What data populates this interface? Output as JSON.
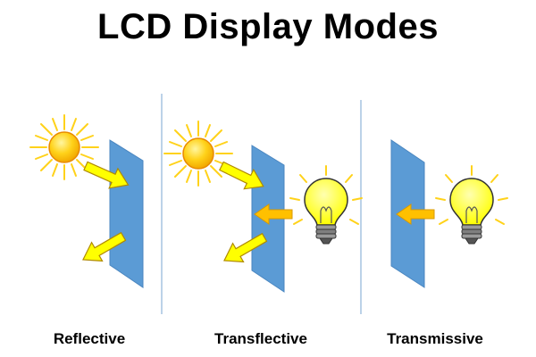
{
  "title": "LCD Display Modes",
  "colors": {
    "panel": "#5b9bd5",
    "panel_edge": "#4a86c0",
    "arrow_yellow": "#ffff00",
    "arrow_orange": "#ffc000",
    "arrow_stroke": "#b08a00",
    "divider": "#a6c4e0",
    "sun_core": "#ffd21a",
    "sun_rays": "#ffd21a",
    "bulb_glass": "#ffff33",
    "bulb_base": "#7f7f7f"
  },
  "panels": [
    {
      "label": "Reflective",
      "light_sources": [
        "sun-icon"
      ]
    },
    {
      "label": "Transflective",
      "light_sources": [
        "sun-icon",
        "light-bulb-icon"
      ]
    },
    {
      "label": "Transmissive",
      "light_sources": [
        "light-bulb-icon"
      ]
    }
  ]
}
